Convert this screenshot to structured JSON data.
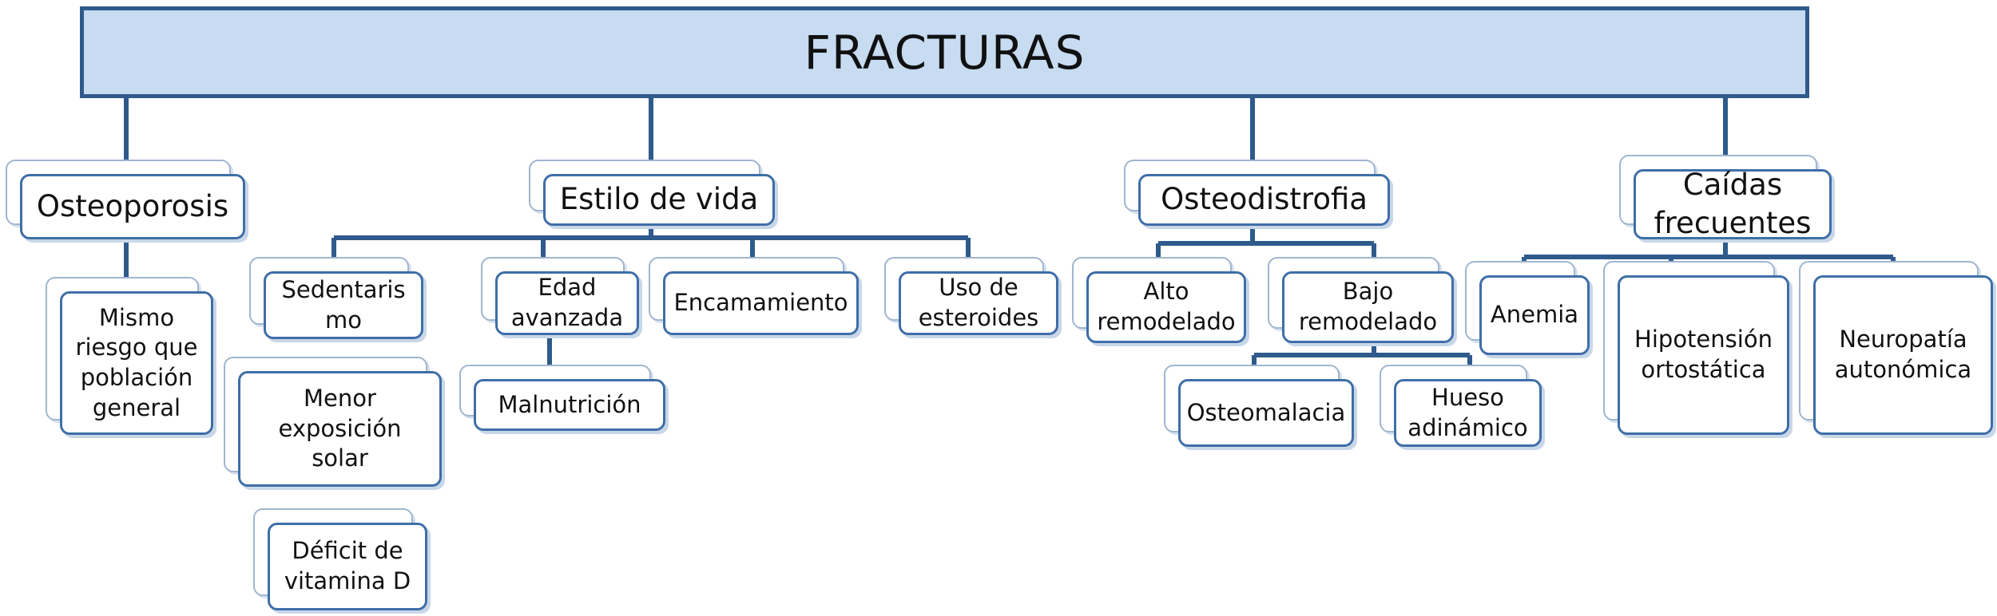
{
  "diagram": {
    "title": "FRACTURAS",
    "branches": [
      {
        "label": "Osteoporosis",
        "children": [
          {
            "label": "Mismo\nriesgo que\npoblación\ngeneral"
          }
        ]
      },
      {
        "label": "Estilo de vida",
        "children": [
          {
            "label": "Sedentaris\nmo"
          },
          {
            "label": "Menor\nexposición\nsolar"
          },
          {
            "label": "Déficit de\nvitamina D"
          },
          {
            "label": "Edad\navanzada"
          },
          {
            "label": "Malnutrición"
          },
          {
            "label": "Encamamiento"
          },
          {
            "label": "Uso de\nesteroides"
          }
        ]
      },
      {
        "label": "Osteodistrofia",
        "children": [
          {
            "label": "Alto\nremodelado"
          },
          {
            "label": "Bajo\nremodelado"
          },
          {
            "label": "Osteomalacia"
          },
          {
            "label": "Hueso\nadinámico"
          }
        ]
      },
      {
        "label": "Caídas\nfrecuentes",
        "children": [
          {
            "label": "Anemia"
          },
          {
            "label": "Hipotensión\nortostática"
          },
          {
            "label": "Neuropatía\nautonómica"
          }
        ]
      }
    ]
  },
  "colors": {
    "title_fill": "#c7dbf1",
    "title_border": "#2f5a8c",
    "box_border": "#3f6ea8",
    "connector": "#2f5a8c"
  }
}
